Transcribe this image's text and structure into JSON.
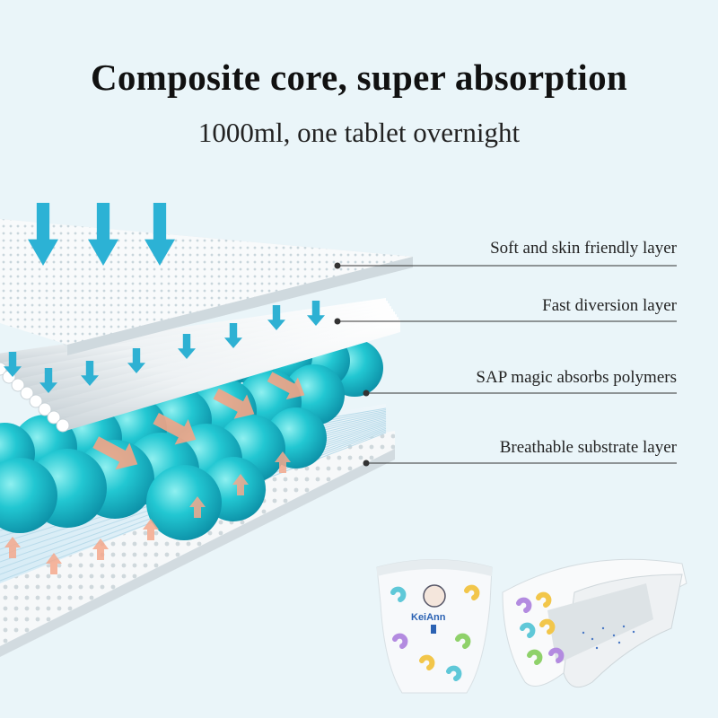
{
  "header": {
    "title": "Composite core, super absorption",
    "subtitle": "1000ml, one tablet overnight"
  },
  "layers": [
    {
      "label": "Soft and skin friendly layer",
      "icon": "perforated-top-sheet"
    },
    {
      "label": "Fast diversion layer",
      "icon": "tube-diversion-layer"
    },
    {
      "label": "SAP magic absorbs polymers",
      "icon": "sap-polymer-beads"
    },
    {
      "label": "Breathable substrate layer",
      "icon": "perforated-bottom-sheet"
    }
  ],
  "product": {
    "brand": "KeiAnn"
  },
  "colors": {
    "background": "#eaf5f9",
    "arrow_down": "#2fb4d6",
    "bead": "#1fc3cf",
    "arrow_flow": "#f2a07f",
    "sheet": "#f7f9fa"
  }
}
